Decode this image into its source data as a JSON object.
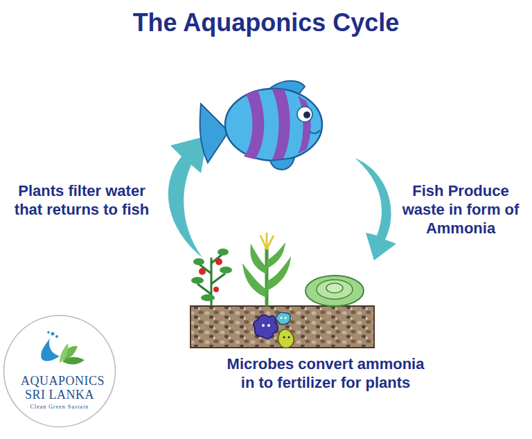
{
  "diagram": {
    "title": "The Aquaponics Cycle",
    "nodes": [
      {
        "text": [
          "AQUAPONICS SRI LANKA",
          "Clean Green Sustain"
        ]
      }
    ],
    "labels": [
      "Plants filter water that returns to fish",
      "Fish Produce waste in form of Ammonia",
      "Microbes convert ammonia in to fertilizer for plants"
    ]
  }
}
